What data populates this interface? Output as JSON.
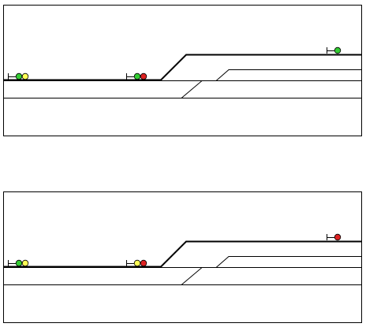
{
  "colors": {
    "background": "#ffffff",
    "frame": "#000000",
    "track": "#000000",
    "active_route": "#000000",
    "signal_mast": "#000000",
    "signal_outline": "#000000",
    "green": "#33cc33",
    "yellow": "#ffff55",
    "red": "#dd2222"
  },
  "panels": [
    {
      "id": "panel-1",
      "signals": [
        {
          "id": "entry-signal",
          "aspects": [
            "green",
            "yellow"
          ]
        },
        {
          "id": "intermediate-signal",
          "aspects": [
            "green",
            "red"
          ]
        },
        {
          "id": "exit-signal",
          "aspects": [
            "green"
          ]
        }
      ]
    },
    {
      "id": "panel-2",
      "signals": [
        {
          "id": "entry-signal",
          "aspects": [
            "green",
            "yellow"
          ]
        },
        {
          "id": "intermediate-signal",
          "aspects": [
            "yellow",
            "red"
          ]
        },
        {
          "id": "exit-signal",
          "aspects": [
            "red"
          ]
        }
      ]
    }
  ]
}
